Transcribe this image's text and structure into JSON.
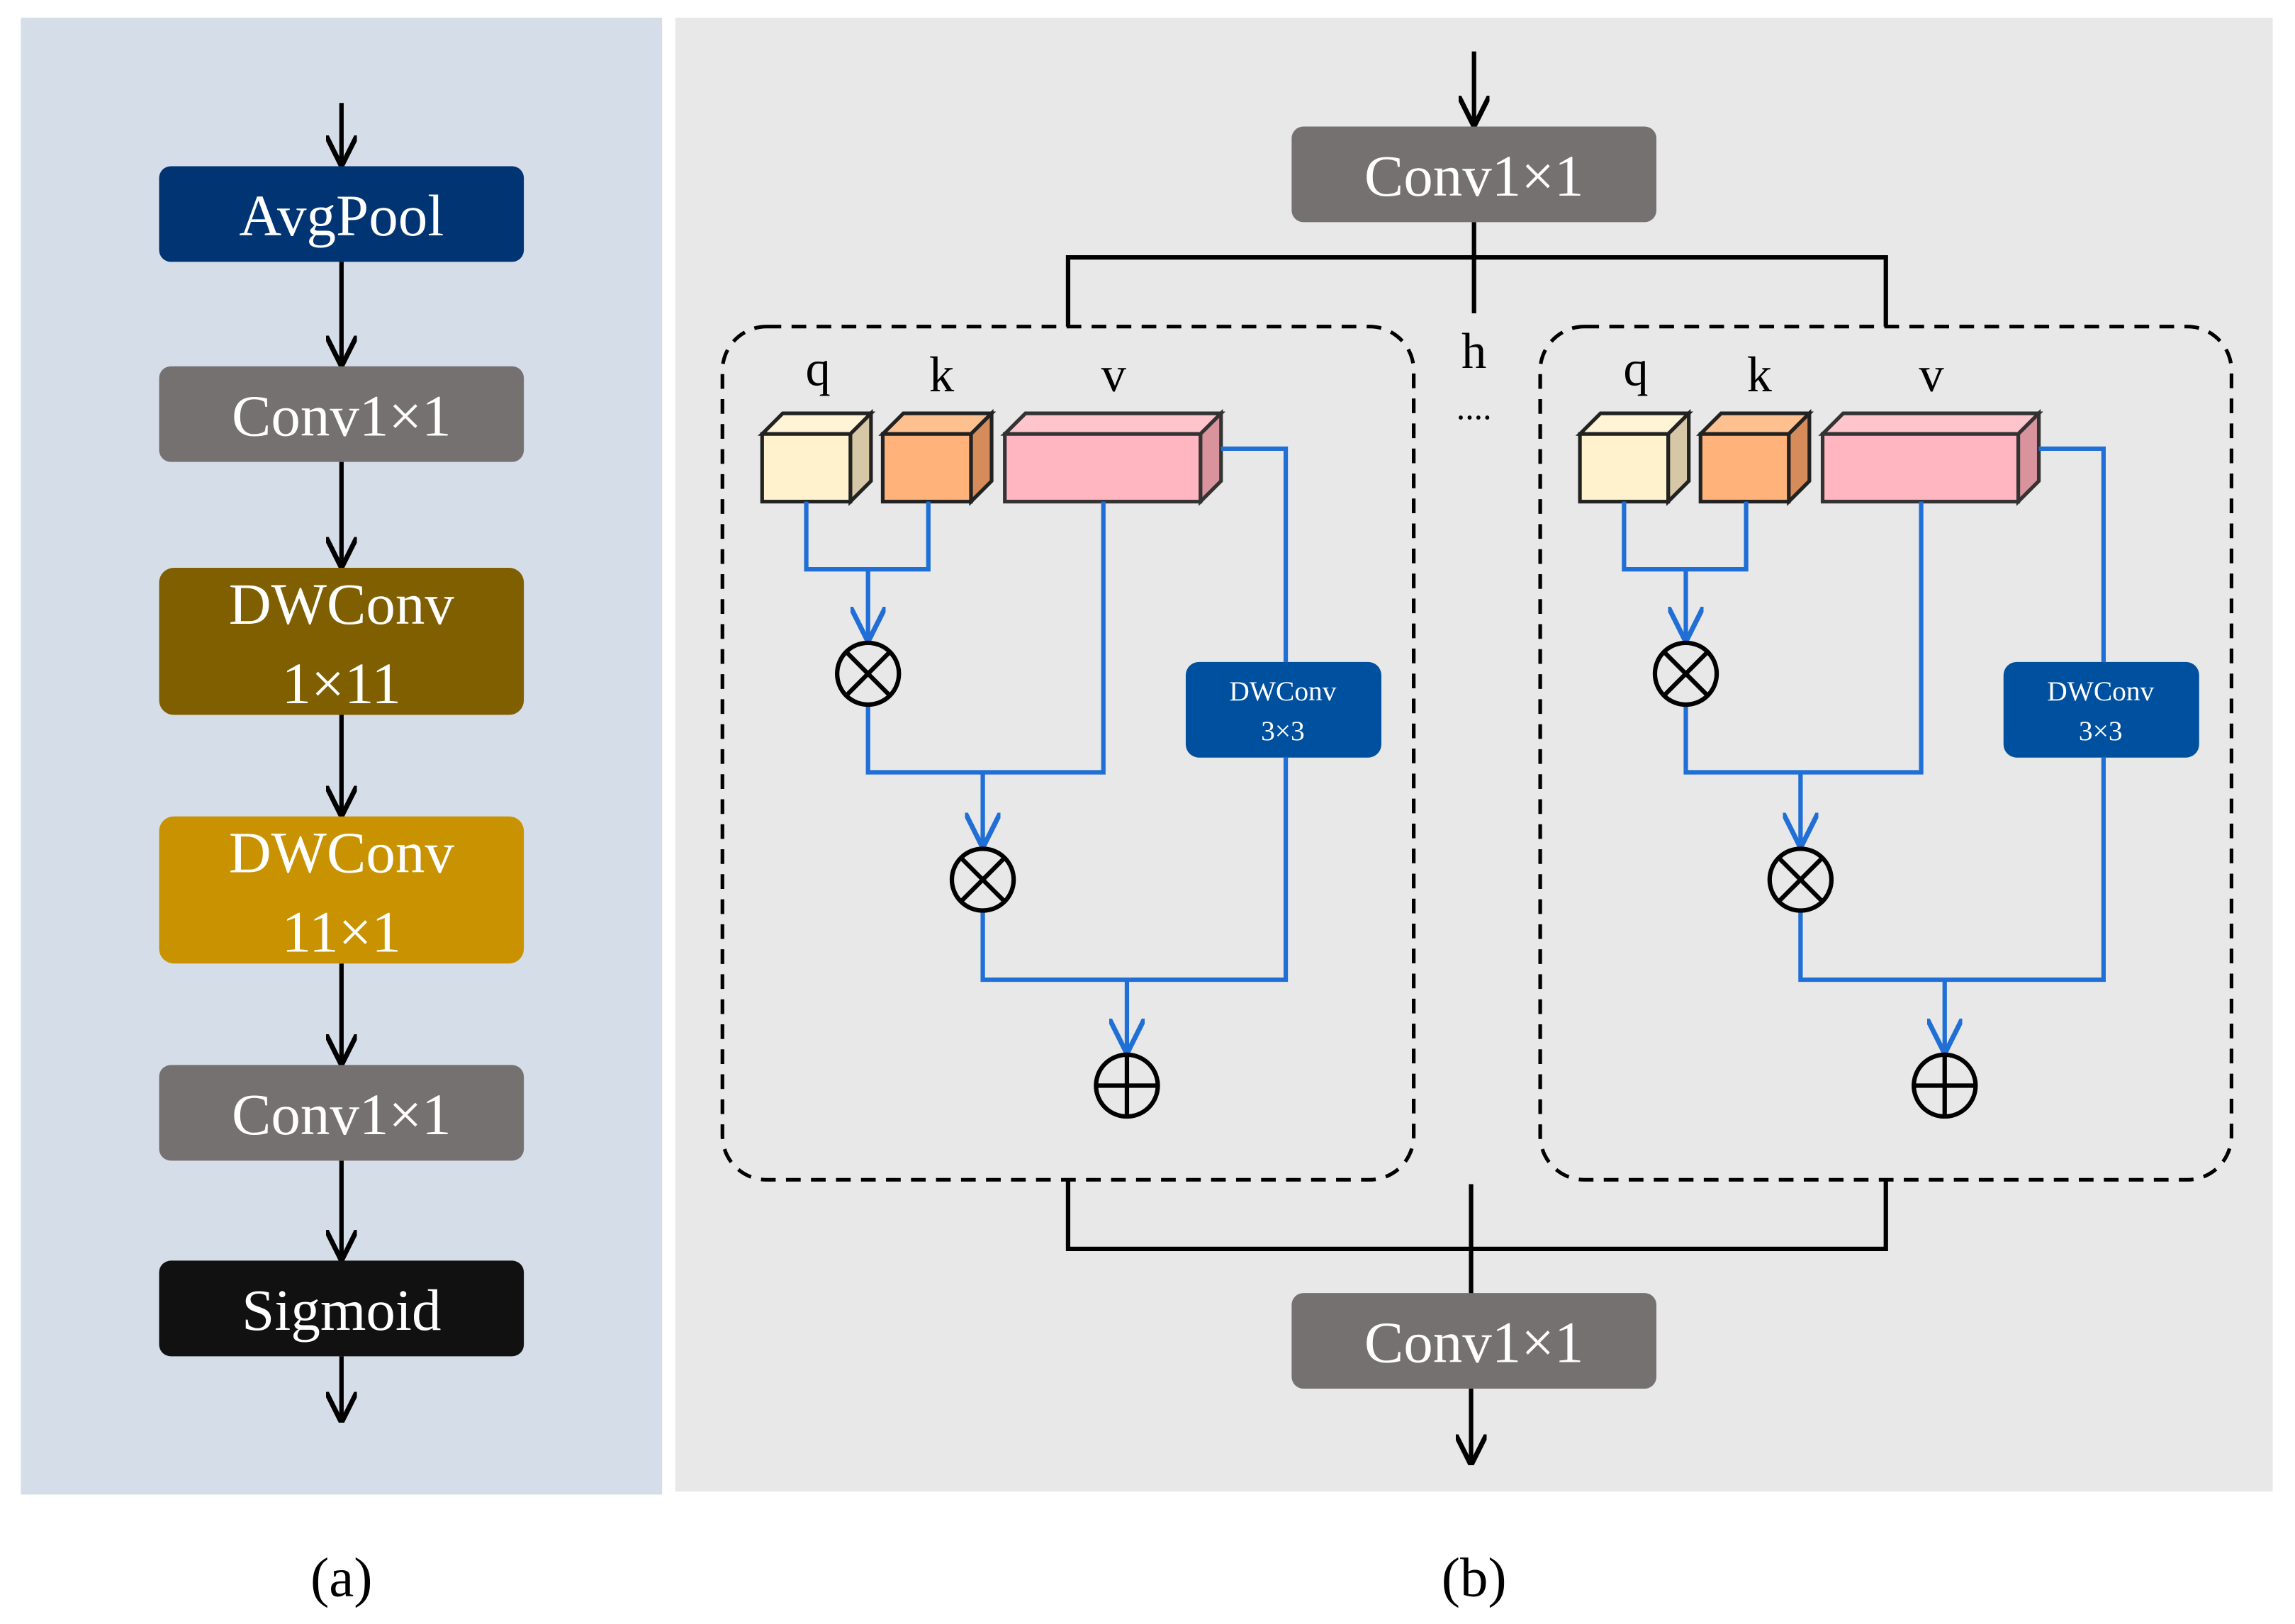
{
  "panel_a": {
    "caption": "(a)",
    "blocks": [
      {
        "label": "AvgPool",
        "color": "#003473"
      },
      {
        "label": "Conv1×1",
        "color": "#767171"
      },
      {
        "label": "DWConv",
        "label2": "1×11",
        "color": "#7f5f00"
      },
      {
        "label": "DWConv",
        "label2": "11×1",
        "color": "#c99200"
      },
      {
        "label": "Conv1×1",
        "color": "#767171"
      },
      {
        "label": "Sigmoid",
        "color": "#111111"
      }
    ]
  },
  "panel_b": {
    "caption": "(b)",
    "top_conv": "Conv1×1",
    "bottom_conv": "Conv1×1",
    "heads_label": "h",
    "heads_dots": "....",
    "heads": [
      {
        "q": "q",
        "k": "k",
        "v": "v",
        "dwconv": "DWConv",
        "dwconv_size": "3×3"
      },
      {
        "q": "q",
        "k": "k",
        "v": "v",
        "dwconv": "DWConv",
        "dwconv_size": "3×3"
      }
    ]
  },
  "colors": {
    "panel_a_bg": "#d5dee8",
    "panel_b_bg": "#e8e8e8",
    "flow_blue": "#1f6fd6",
    "dwconv_box": "#0050a0",
    "q_color": "#fff2cc",
    "k_color": "#ffb27a",
    "v_color": "#ffb6c1"
  }
}
